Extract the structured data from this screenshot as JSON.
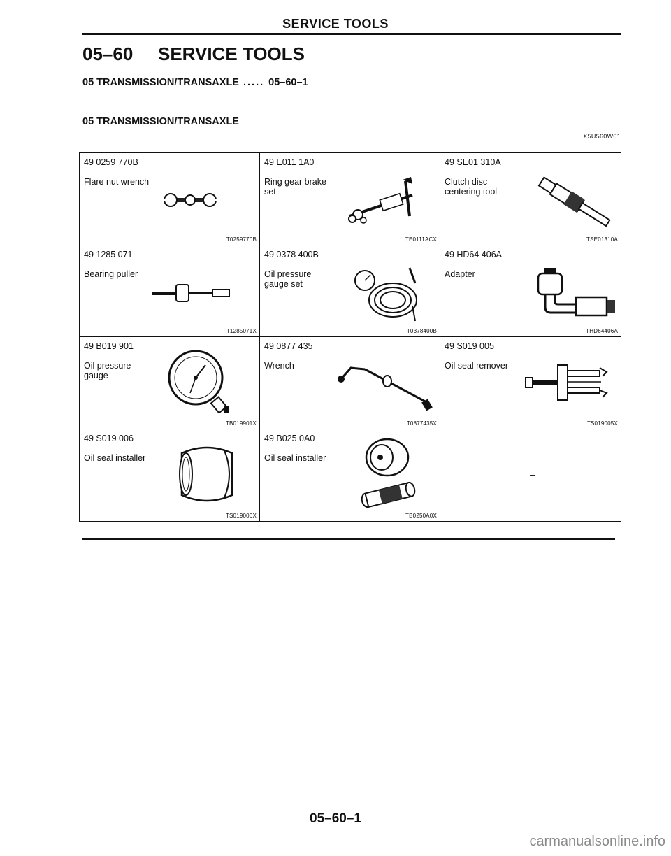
{
  "header": {
    "title": "SERVICE TOOLS"
  },
  "heading": {
    "number": "05–60",
    "title": "SERVICE TOOLS"
  },
  "toc": {
    "label": "05 TRANSMISSION/TRANSAXLE",
    "dots": ".....",
    "page": "05–60–1"
  },
  "section": {
    "title": "05 TRANSMISSION/TRANSAXLE",
    "code": "X5U560W01"
  },
  "tools": [
    {
      "part_no": "49 0259 770B",
      "name": "Flare nut wrench",
      "image_code": "T0259770B",
      "icon": "flare-nut-wrench-icon"
    },
    {
      "part_no": "49 E011 1A0",
      "name": "Ring gear brake set",
      "image_code": "TE0111ACX",
      "icon": "ring-gear-brake-icon"
    },
    {
      "part_no": "49 SE01 310A",
      "name": "Clutch disc centering tool",
      "image_code": "TSE01310A",
      "icon": "centering-tool-icon"
    },
    {
      "part_no": "49 1285 071",
      "name": "Bearing puller",
      "image_code": "T1285071X",
      "icon": "bearing-puller-icon"
    },
    {
      "part_no": "49 0378 400B",
      "name": "Oil pressure gauge set",
      "image_code": "T0378400B",
      "icon": "gauge-set-icon"
    },
    {
      "part_no": "49 HD64 406A",
      "name": "Adapter",
      "image_code": "THD64406A",
      "icon": "adapter-icon"
    },
    {
      "part_no": "49 B019 901",
      "name": "Oil pressure gauge",
      "image_code": "TB019901X",
      "icon": "pressure-gauge-icon"
    },
    {
      "part_no": "49 0877 435",
      "name": "Wrench",
      "image_code": "T0877435X",
      "icon": "wrench-icon"
    },
    {
      "part_no": "49 S019 005",
      "name": "Oil seal remover",
      "image_code": "TS019005X",
      "icon": "seal-remover-icon"
    },
    {
      "part_no": "49 S019 006",
      "name": "Oil seal installer",
      "image_code": "TS019006X",
      "icon": "seal-installer-icon"
    },
    {
      "part_no": "49 B025 0A0",
      "name": "Oil seal installer",
      "image_code": "TB0250A0X",
      "icon": "seal-installer-set-icon"
    },
    {
      "part_no": "",
      "name": "",
      "image_code": "",
      "dash": "–"
    }
  ],
  "footer": {
    "page_number": "05–60–1",
    "watermark": "carmanualsonline.info"
  }
}
